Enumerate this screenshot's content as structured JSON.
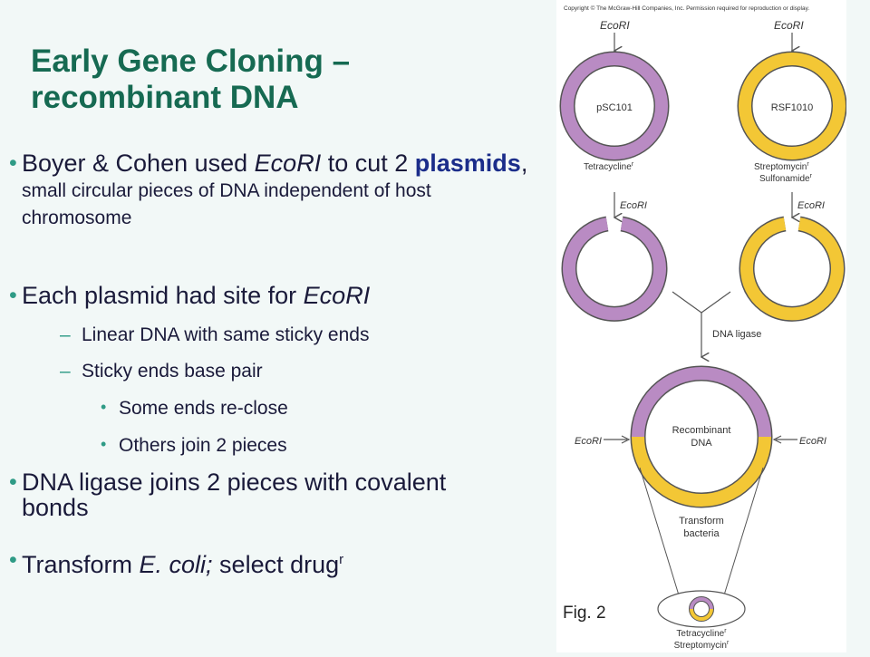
{
  "title": "Early Gene Cloning – recombinant DNA",
  "bullets": {
    "b1": {
      "prefix": "Boyer & Cohen used ",
      "enzyme": "EcoRI",
      "mid": " to cut 2 ",
      "bold": "plasmids",
      "comma": ", ",
      "small": "small circular pieces of DNA independent of host chromosome"
    },
    "b2": {
      "prefix": "Each plasmid had site for ",
      "enzyme": "EcoRI"
    },
    "b2_sub": [
      "Linear DNA with same sticky ends",
      "Sticky ends base pair"
    ],
    "b2_subsub": [
      "Some ends re-close",
      "Others join 2 pieces"
    ],
    "b3": "DNA ligase joins 2 pieces with covalent bonds",
    "b4": {
      "prefix": "Transform ",
      "species": "E. coli;",
      "suffix": " select drug",
      "sup": "r"
    }
  },
  "figure": {
    "copyright": "Copyright © The McGraw-Hill Companies, Inc. Permission required for reproduction or display.",
    "enzyme_label": "EcoRI",
    "plasmid_left": "pSC101",
    "plasmid_right": "RSF1010",
    "left_marker": "Tetracycline",
    "right_marker_1": "Streptomycin",
    "right_marker_2": "Sulfonamide",
    "ligase": "DNA ligase",
    "recombinant_1": "Recombinant",
    "recombinant_2": "DNA",
    "transform_1": "Transform",
    "transform_2": "bacteria",
    "bottom_marker_1": "Tetracycline",
    "bottom_marker_2": "Streptomycin",
    "resistance_sup": "r",
    "colors": {
      "purple": "#b98bc3",
      "yellow": "#f3c735",
      "outline": "#555555"
    },
    "fig_label": "Fig. 2"
  }
}
